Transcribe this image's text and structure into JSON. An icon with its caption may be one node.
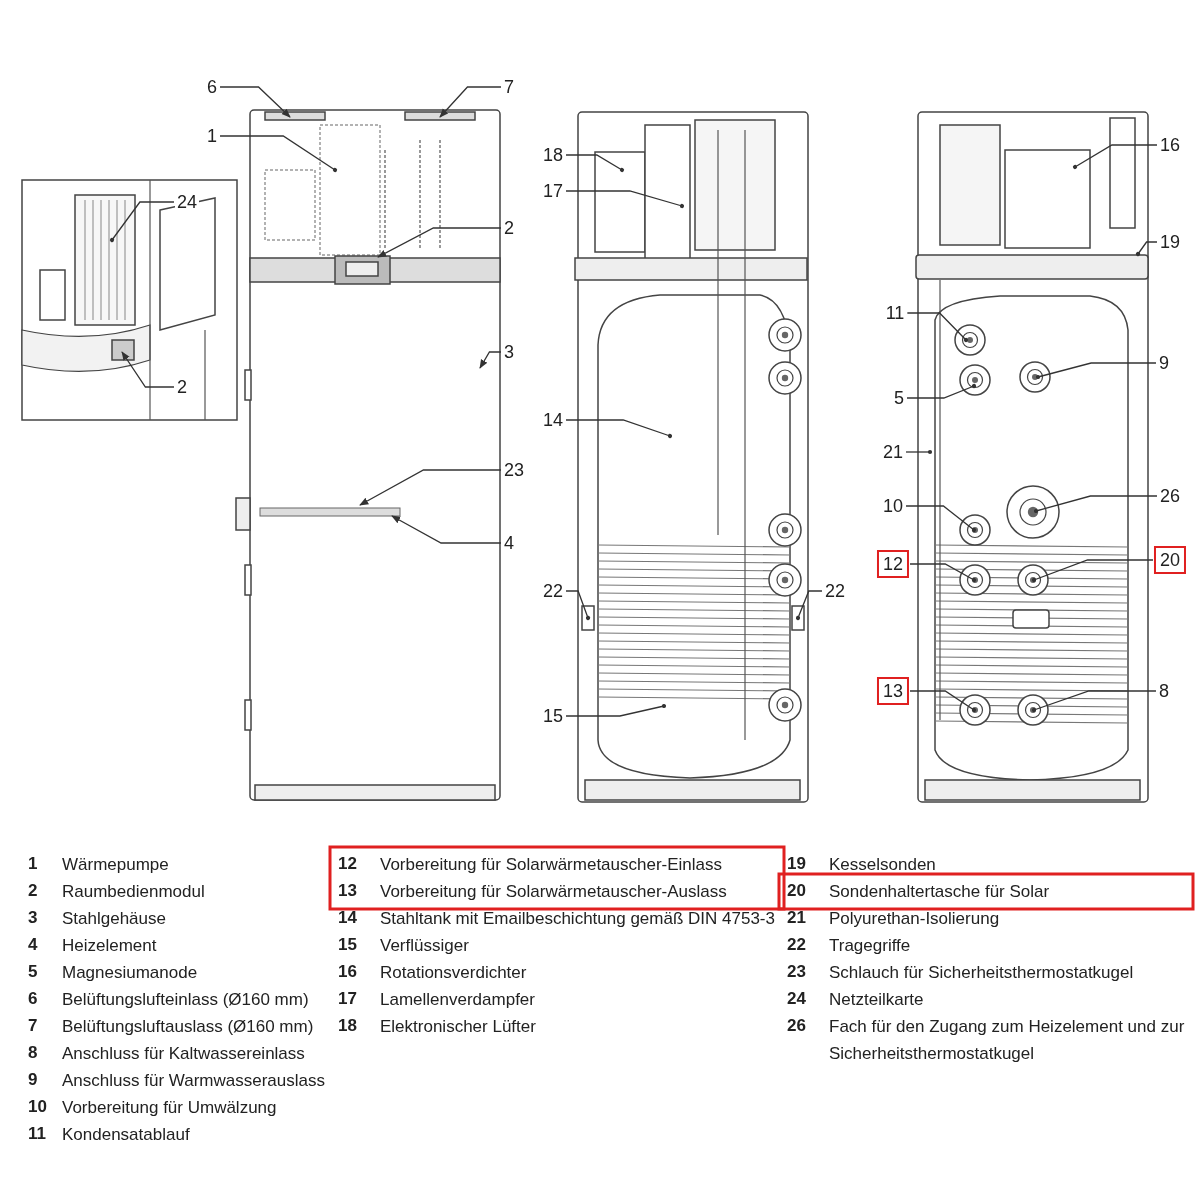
{
  "diagram": {
    "nodes": [
      {
        "text": [
          "6"
        ]
      },
      {
        "text": [
          "7"
        ]
      },
      {
        "text": [
          "1"
        ]
      },
      {
        "text": [
          "2"
        ]
      },
      {
        "text": [
          "24"
        ]
      },
      {
        "text": [
          "2"
        ]
      },
      {
        "text": [
          "3"
        ]
      },
      {
        "text": [
          "23"
        ]
      },
      {
        "text": [
          "4"
        ]
      },
      {
        "text": [
          "18"
        ]
      },
      {
        "text": [
          "17"
        ]
      },
      {
        "text": [
          "14"
        ]
      },
      {
        "text": [
          "22"
        ]
      },
      {
        "text": [
          "22"
        ]
      },
      {
        "text": [
          "15"
        ]
      },
      {
        "text": [
          "16"
        ]
      },
      {
        "text": [
          "19"
        ]
      },
      {
        "text": [
          "11"
        ]
      },
      {
        "text": [
          "9"
        ]
      },
      {
        "text": [
          "5"
        ]
      },
      {
        "text": [
          "21"
        ]
      },
      {
        "text": [
          "26"
        ]
      },
      {
        "text": [
          "10"
        ]
      },
      {
        "text": [
          "12"
        ]
      },
      {
        "text": [
          "20"
        ]
      },
      {
        "text": [
          "13"
        ]
      },
      {
        "text": [
          "8"
        ]
      }
    ],
    "edges": [
      {
        "from": 0,
        "to": null,
        "arrow": "to"
      },
      {
        "from": 1,
        "to": null,
        "arrow": "to"
      },
      {
        "from": 2,
        "to": null,
        "arrow": "other"
      },
      {
        "from": 3,
        "to": null,
        "arrow": "to"
      },
      {
        "from": 4,
        "to": null,
        "arrow": "other"
      },
      {
        "from": 5,
        "to": null,
        "arrow": "to"
      },
      {
        "from": 6,
        "to": null,
        "arrow": "to"
      },
      {
        "from": 7,
        "to": null,
        "arrow": "to"
      },
      {
        "from": 8,
        "to": null,
        "arrow": "to"
      },
      {
        "from": 9,
        "to": null,
        "arrow": "other"
      },
      {
        "from": 10,
        "to": null,
        "arrow": "other"
      },
      {
        "from": 11,
        "to": null,
        "arrow": "other"
      },
      {
        "from": 12,
        "to": null,
        "arrow": "other"
      },
      {
        "from": 13,
        "to": null,
        "arrow": "other"
      },
      {
        "from": 14,
        "to": null,
        "arrow": "other"
      },
      {
        "from": 15,
        "to": null,
        "arrow": "other"
      },
      {
        "from": 16,
        "to": null,
        "arrow": "other"
      },
      {
        "from": 17,
        "to": null,
        "arrow": "other"
      },
      {
        "from": 18,
        "to": null,
        "arrow": "other"
      },
      {
        "from": 19,
        "to": null,
        "arrow": "other"
      },
      {
        "from": 20,
        "to": null,
        "arrow": "other"
      },
      {
        "from": 21,
        "to": null,
        "arrow": "other"
      },
      {
        "from": 22,
        "to": null,
        "arrow": "other"
      },
      {
        "from": 23,
        "to": null,
        "arrow": "other"
      },
      {
        "from": 24,
        "to": null,
        "arrow": "other"
      },
      {
        "from": 25,
        "to": null,
        "arrow": "other"
      },
      {
        "from": 26,
        "to": null,
        "arrow": "other"
      }
    ],
    "labels": [
      "1",
      "Wärmepumpe",
      "2",
      "Raumbedienmodul",
      "3",
      "Stahlgehäuse",
      "4",
      "Heizelement",
      "5",
      "Magnesiumanode",
      "6",
      "Belüftungslufteinlass (Ø160 mm)",
      "7",
      "Belüftungsluftauslass (Ø160 mm)",
      "8",
      "Anschluss für Kaltwassereinlass",
      "9",
      "Anschluss für Warmwasserauslass",
      "10",
      "Vorbereitung für Umwälzung",
      "11",
      "Kondensatablauf",
      "12",
      "Vorbereitung für Solarwärmetauscher-Einlass",
      "13",
      "Vorbereitung für Solarwärmetauscher-Auslass",
      "14",
      "Stahltank mit Emailbeschichtung gemäß DIN 4753-3",
      "15",
      "Verflüssiger",
      "16",
      "Rotationsverdichter",
      "17",
      "Lamellenverdampfer",
      "18",
      "Elektronischer Lüfter",
      "19",
      "Kesselsonden",
      "20",
      "Sondenhaltertasche für Solar",
      "21",
      "Polyurethan-Isolierung",
      "22",
      "Tragegriffe",
      "23",
      "Schlauch für Sicherheitsthermostatkugel",
      "24",
      "Netzteilkarte",
      "26",
      "Fach für den Zugang zum Heizelement und zur Sicherheitsthermostatkugel"
    ]
  }
}
